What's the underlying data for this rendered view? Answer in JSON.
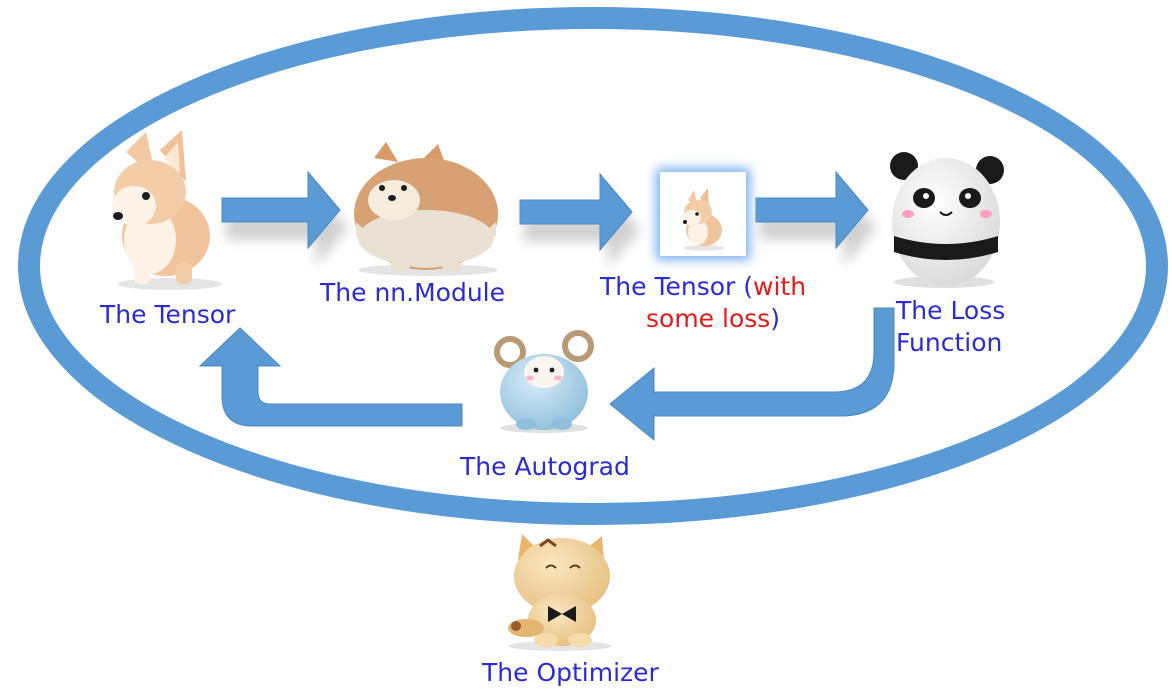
{
  "colors": {
    "ellipse": "#5b9bd5",
    "arrow": "#5b9bd5",
    "label_text": "#2b2bd6",
    "highlight_text": "#e51b1b"
  },
  "nodes": {
    "tensor": {
      "label": "The Tensor",
      "icon": "corgi-plush-icon"
    },
    "module": {
      "label": "The nn.Module",
      "icon": "shiba-plush-icon"
    },
    "tensor_loss": {
      "label_prefix": "The Tensor (",
      "label_highlight_1": "with",
      "label_highlight_2": "some loss",
      "label_suffix": ")",
      "icon": "corgi-thumbnail-icon"
    },
    "loss": {
      "label_line1": "The Loss",
      "label_line2": "Function",
      "icon": "panda-plush-icon"
    },
    "autograd": {
      "label": "The Autograd",
      "icon": "sheep-plush-icon"
    },
    "optimizer": {
      "label": "The Optimizer",
      "icon": "cat-plush-icon"
    }
  }
}
